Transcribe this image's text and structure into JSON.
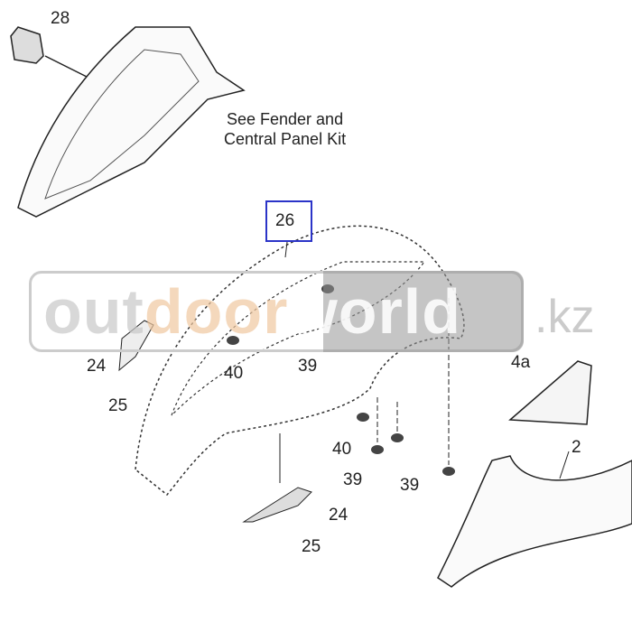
{
  "note": {
    "line1": "See Fender and",
    "line2": "Central Panel Kit"
  },
  "callouts": {
    "c28": "28",
    "c26": "26",
    "c24_top": "24",
    "c25_top": "25",
    "c39_top": "39",
    "c40_top": "40",
    "c4a": "4a",
    "c2": "2",
    "c40_bottom": "40",
    "c39_bottom_left": "39",
    "c39_bottom_right": "39",
    "c24_bottom": "24",
    "c25_bottom": "25"
  },
  "watermark": {
    "part1": "out",
    "part2": "door",
    "part3": "world",
    "tld": ".kz"
  },
  "colors": {
    "highlight_box": "#2b34c8"
  }
}
